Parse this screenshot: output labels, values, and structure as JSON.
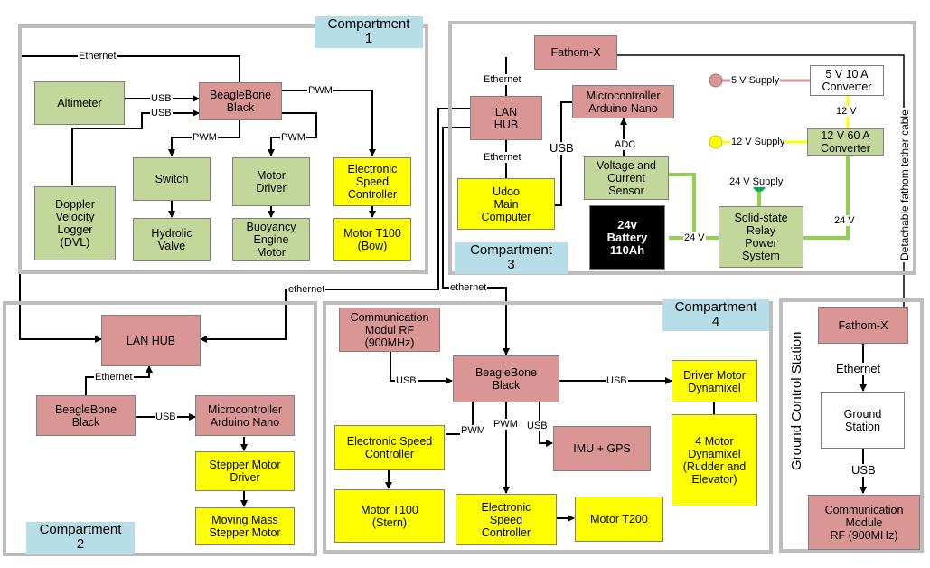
{
  "compartments": {
    "c1": "Compartment\n1",
    "c2": "Compartment\n2",
    "c3": "Compartment\n3",
    "c4": "Compartment\n4",
    "gcs": "Ground Control Station"
  },
  "blocks": {
    "c1_beaglebone": "BeagleBone\nBlack",
    "altimeter": "Altimeter",
    "dvl": "Doppler\nVelocity\nLogger\n(DVL)",
    "switch": "Switch",
    "hydrolic_valve": "Hydrolic\nValve",
    "motor_driver": "Motor\nDriver",
    "buoyancy_motor": "Buoyancy\nEngine\nMotor",
    "esc_c1": "Electronic\nSpeed\nController",
    "motor_t100_bow": "Motor T100\n(Bow)",
    "fathom_x_c3": "Fathom-X",
    "lan_hub_c3": "LAN\nHUB",
    "arduino_c3": "Microcontroller\nArduino Nano",
    "udoo": "Udoo\nMain\nComputer",
    "voltage_sensor": "Voltage and\nCurrent\nSensor",
    "battery": "24v\nBattery\n110Ah",
    "relay": "Solid-state\nRelay\nPower\nSystem",
    "conv_5v": "5 V 10 A\nConverter",
    "conv_12v": "12 V 60 A\nConverter",
    "lan_hub_c2": "LAN HUB",
    "c2_beaglebone": "BeagleBone\nBlack",
    "arduino_c2": "Microcontroller\nArduino Nano",
    "stepper_driver": "Stepper Motor\nDriver",
    "moving_mass": "Moving Mass\nStepper Motor",
    "rf_c4": "Communication\nModul RF\n(900MHz)",
    "c4_beaglebone": "BeagleBone\nBlack",
    "driver_dynamixel": "Driver Motor\nDynamixel",
    "dynamixel_4": "4 Motor\nDynamixel\n(Rudder and\nElevator)",
    "esc_stern": "Electronic Speed\nController",
    "imu_gps": "IMU + GPS",
    "motor_t100_stern": "Motor T100\n(Stern)",
    "esc_t200": "Electronic\nSpeed\nController",
    "motor_t200": "Motor T200",
    "fathom_x_gcs": "Fathom-X",
    "ground_station": "Ground\nStation",
    "rf_gcs": "Communication\nModule\nRF (900MHz)"
  },
  "labels": {
    "ethernet_top": "Ethernet",
    "usb_alt": "USB",
    "usb_dvl": "USB",
    "pwm_esc": "PWM",
    "pwm_switch": "PWM",
    "pwm_motor": "PWM",
    "eth_fathom_lan": "Ethernet",
    "eth_lan_udoo": "Ethernet",
    "usb_udoo": "USB",
    "adc": "ADC",
    "supply_5v": "5 V Supply",
    "supply_12v": "12 V Supply",
    "supply_24v": "24 V Supply",
    "v12": "12 V",
    "v24_right": "24 V",
    "v24_left": "24 V",
    "tether": "Detachable fathom tether cable",
    "eth_c2": "ethernet",
    "eth_c4": "ethernet",
    "eth_bb_c2": "Ethernet",
    "usb_c2": "USB",
    "usb_rf": "USB",
    "usb_dyn": "USB",
    "pwm_stern": "PWM",
    "pwm_t200": "PWM",
    "usb_imu": "USB",
    "eth_gcs": "Ethernet",
    "usb_gcs": "USB"
  },
  "colors": {
    "red_block": "#d99694",
    "green_block": "#c4d79b",
    "yellow_block": "#ffff00",
    "compartment_tag": "#b7dde8",
    "border": "#bdbdbd",
    "power_line": "#92d050",
    "supply_5v": "#d99694",
    "supply_12v": "#ffff00",
    "supply_24v": "#00b050"
  }
}
